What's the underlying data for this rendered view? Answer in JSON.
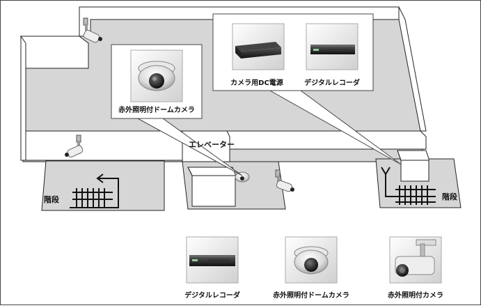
{
  "labels": {
    "elevator": "エレベーター",
    "stairs_left": "階段",
    "stairs_right": "階段",
    "callout_dome": "赤外照明付ドームカメラ",
    "callout_dc_power": "カメラ用DC電源",
    "callout_recorder": "デジタルレコーダ"
  },
  "legend": [
    {
      "label": "デジタルレコーダ",
      "icon": "recorder"
    },
    {
      "label": "赤外照明付ドームカメラ",
      "icon": "dome-camera"
    },
    {
      "label": "赤外照明付カメラ",
      "icon": "bullet-camera"
    }
  ],
  "colors": {
    "floor": "#d6d6d6",
    "wall": "#ffffff",
    "outline": "#222222",
    "frame": "#444444"
  }
}
